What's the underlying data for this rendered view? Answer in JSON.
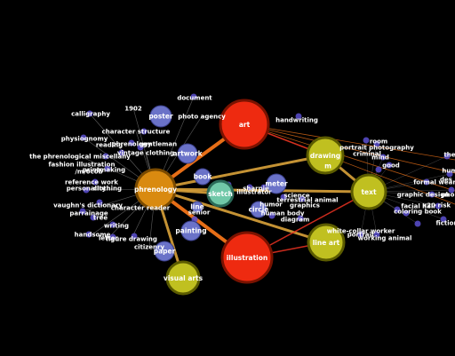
{
  "colors": {
    "background": "#000000",
    "edge_orange": "#ff7a1a",
    "edge_gold": "#d9a23a",
    "edge_white": "#cccccc",
    "edge_red": "#e03020",
    "node_purple": "#5a4fd0",
    "node_orange": "#d98a10",
    "node_red": "#ee2a10",
    "node_yellow": "#c0c020",
    "node_teal": "#70c8a8",
    "node_blue": "#6a72c8"
  },
  "hub_nodes": [
    {
      "id": "phrenology",
      "label": "phrenology",
      "kind": "orange"
    },
    {
      "id": "art",
      "label": "art",
      "kind": "red"
    },
    {
      "id": "illustration",
      "label": "illustration",
      "kind": "red"
    },
    {
      "id": "drawing",
      "label": "drawing",
      "kind": "yellow"
    },
    {
      "id": "text",
      "label": "text",
      "kind": "yellow"
    },
    {
      "id": "line-art",
      "label": "line art",
      "kind": "yellow"
    },
    {
      "id": "visual-arts",
      "label": "visual arts",
      "kind": "yellow"
    },
    {
      "id": "sketch",
      "label": "sketch",
      "kind": "teal"
    }
  ],
  "circle_nodes": [
    {
      "id": "poster",
      "label": "poster"
    },
    {
      "id": "artwork",
      "label": "artwork"
    },
    {
      "id": "book",
      "label": "book"
    },
    {
      "id": "meter",
      "label": "meter"
    },
    {
      "id": "circle",
      "label": "circle"
    },
    {
      "id": "painting",
      "label": "painting"
    },
    {
      "id": "paper",
      "label": "paper"
    },
    {
      "id": "line",
      "label": "line"
    },
    {
      "id": "m",
      "label": "m"
    }
  ],
  "word_labels": [
    "document",
    "calligraphy",
    "1902",
    "photo agency",
    "handwriting",
    "character structure",
    "physiognomy",
    "gentleman",
    "phrenology",
    "reading",
    "vintage clothing",
    "the phrenological miscellany",
    "fashion illustration",
    "/m/0c0b",
    "printmaking",
    "reference work",
    "personality",
    "clothing",
    "vaughn's dictionary",
    "character reader",
    "parrainage",
    "tree",
    "writing",
    "senior",
    "humor",
    "human body",
    "diagram",
    "science",
    "terrestrial animal",
    "graphics",
    "handsome",
    "letter",
    "figure drawing",
    "citizenry",
    "sharpie",
    "portrait photography",
    "criminal",
    "mind",
    "good",
    "room",
    "formal wear",
    "graphic design",
    "facial hair",
    "r20 risk",
    "coloring book",
    "white-collar worker",
    "working animal",
    "fiction",
    "portrait",
    "the",
    "hum",
    "des",
    "pho",
    "illustrator"
  ],
  "edges": [
    {
      "from": "phrenology",
      "to": "art",
      "style": "orange"
    },
    {
      "from": "phrenology",
      "to": "illustration",
      "style": "orange"
    },
    {
      "from": "phrenology",
      "to": "drawing",
      "style": "gold"
    },
    {
      "from": "phrenology",
      "to": "text",
      "style": "gold"
    },
    {
      "from": "phrenology",
      "to": "line-art",
      "style": "gold"
    },
    {
      "from": "phrenology",
      "to": "visual-arts",
      "style": "gold"
    },
    {
      "from": "phrenology",
      "to": "sketch",
      "style": "gold"
    },
    {
      "from": "art",
      "to": "drawing",
      "style": "red"
    },
    {
      "from": "illustration",
      "to": "line-art",
      "style": "red"
    },
    {
      "from": "illustration",
      "to": "text",
      "style": "red"
    },
    {
      "from": "drawing",
      "to": "text",
      "style": "gold"
    }
  ]
}
